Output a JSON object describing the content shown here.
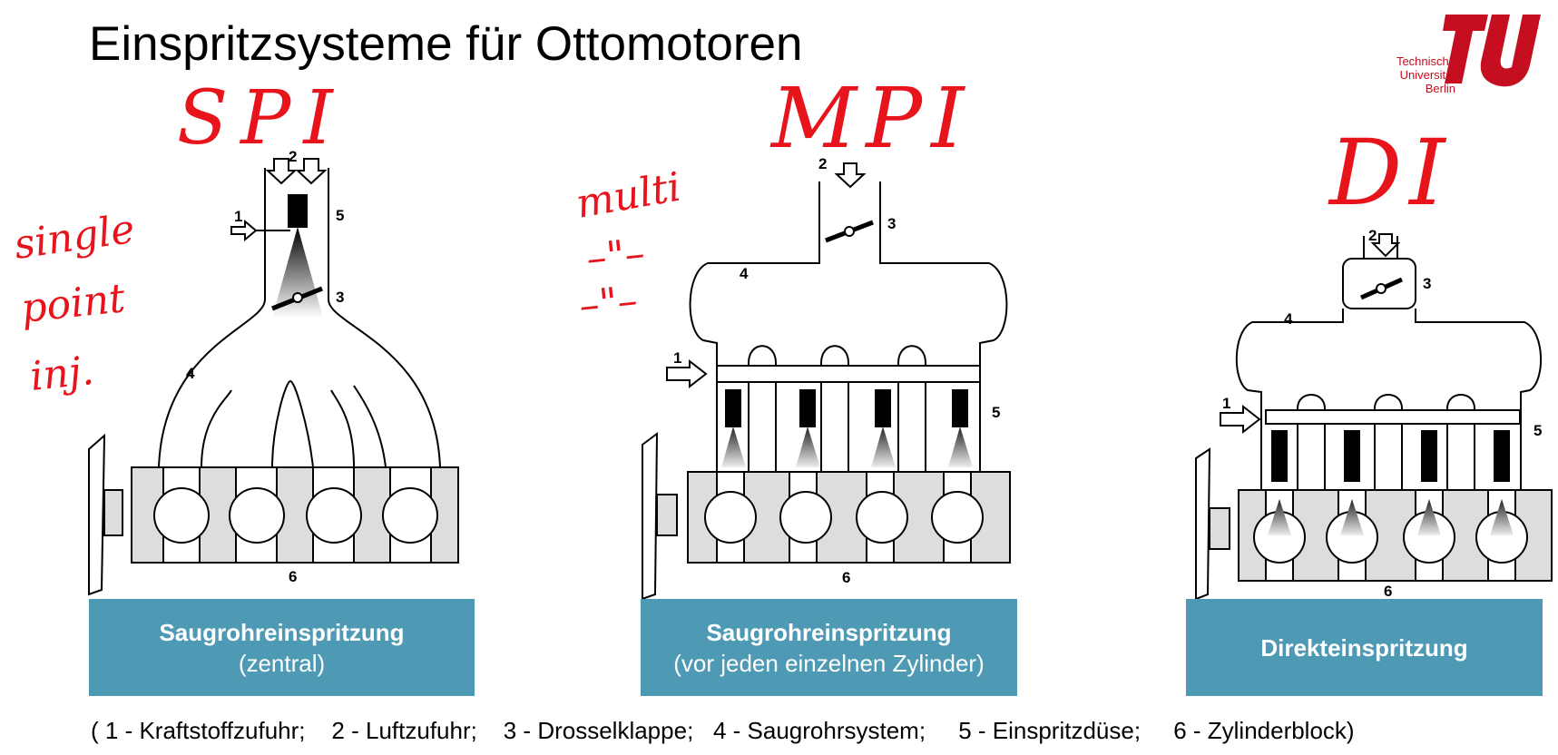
{
  "title": "Einspritzsysteme für Ottomotoren",
  "logo": {
    "lines": [
      "Technische",
      "Universität",
      "Berlin"
    ],
    "side": "berlin",
    "color": "#c50e1f"
  },
  "annotations": {
    "spi": "SPI",
    "mpi": "MPI",
    "di": "DI",
    "single": "single",
    "point": "point",
    "inj": "inj.",
    "multi": "multi",
    "ditto1": "–\"–",
    "ditto2": "–\"–",
    "ink_color": "#e8141c"
  },
  "panels": [
    {
      "label_bold": "Saugrohreinspritzung",
      "label_sub": "(zentral)"
    },
    {
      "label_bold": "Saugrohreinspritzung",
      "label_sub": "(vor jeden einzelnen Zylinder)"
    },
    {
      "label_bold": "Direkteinspritzung",
      "label_sub": ""
    }
  ],
  "box_color": "#4e9ab5",
  "numbers": [
    "1",
    "2",
    "3",
    "4",
    "5",
    "6"
  ],
  "legend": [
    "( 1 - Kraftstoffzufuhr;",
    "2 - Luftzufuhr;",
    "3 - Drosselklappe;",
    "4 - Saugrohrsystem;",
    "5 - Einspritzdüse;",
    "6 - Zylinderblock)"
  ]
}
